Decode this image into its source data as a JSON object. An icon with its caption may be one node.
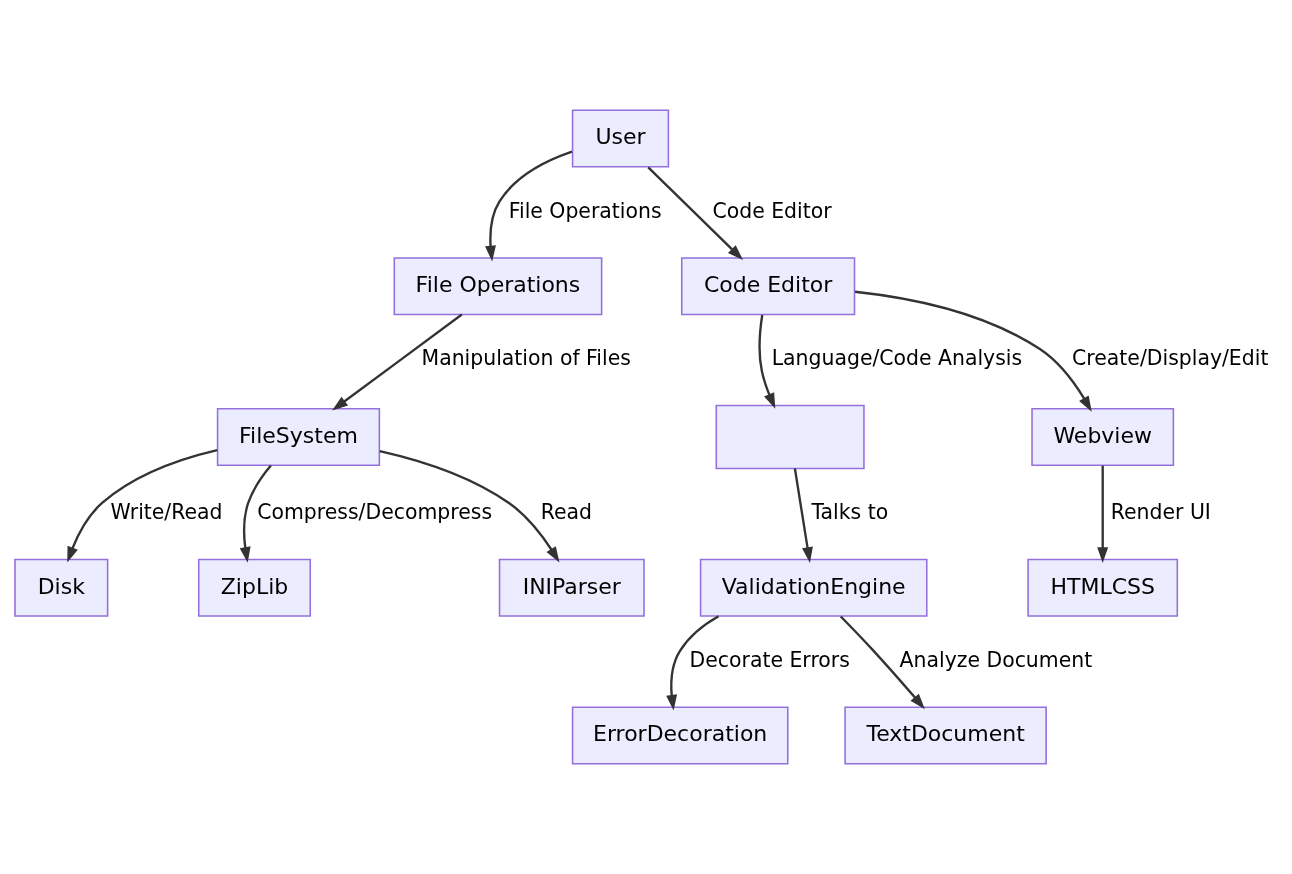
{
  "diagram": {
    "nodes": [
      {
        "text": [
          "User"
        ]
      },
      {
        "text": [
          "File Operations"
        ]
      },
      {
        "text": [
          "Code Editor"
        ]
      },
      {
        "text": [
          "FileSystem"
        ]
      },
      {
        "text": [],
        "shape": "box"
      },
      {
        "text": [
          "Webview"
        ]
      },
      {
        "text": [
          "Disk"
        ]
      },
      {
        "text": [
          "ZipLib"
        ]
      },
      {
        "text": [
          "INIParser"
        ]
      },
      {
        "text": [
          "ValidationEngine"
        ]
      },
      {
        "text": [
          "HTMLCSS"
        ]
      },
      {
        "text": [
          "ErrorDecoration"
        ]
      },
      {
        "text": [
          "TextDocument"
        ]
      }
    ],
    "edges": [
      {
        "from": 0,
        "to": 1,
        "arrow": "to",
        "label": "File Operations"
      },
      {
        "from": 0,
        "to": 2,
        "arrow": "to",
        "label": "Code Editor"
      },
      {
        "from": 1,
        "to": 3,
        "arrow": "to",
        "label": "Manipulation of Files"
      },
      {
        "from": 2,
        "to": 4,
        "arrow": "to",
        "label": "Language/Code Analysis"
      },
      {
        "from": 2,
        "to": 5,
        "arrow": "to",
        "label": "Create/Display/Edit"
      },
      {
        "from": 3,
        "to": 6,
        "arrow": "to",
        "label": "Write/Read"
      },
      {
        "from": 3,
        "to": 7,
        "arrow": "to",
        "label": "Compress/Decompress"
      },
      {
        "from": 3,
        "to": 8,
        "arrow": "to",
        "label": "Read"
      },
      {
        "from": 4,
        "to": 9,
        "arrow": "to",
        "label": "Talks to"
      },
      {
        "from": 5,
        "to": 10,
        "arrow": "to",
        "label": "Render UI"
      },
      {
        "from": 9,
        "to": 11,
        "arrow": "to",
        "label": "Decorate Errors"
      },
      {
        "from": 9,
        "to": 12,
        "arrow": "to",
        "label": "Analyze Document"
      }
    ]
  }
}
